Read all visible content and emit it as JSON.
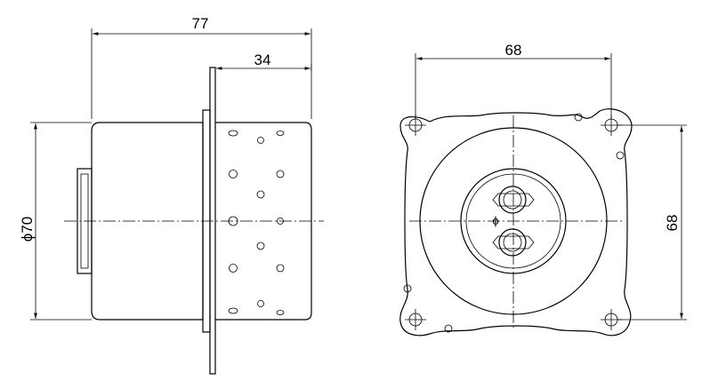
{
  "dimensions": {
    "overall_length": "77",
    "flange_to_end": "34",
    "body_diameter": "ϕ70",
    "hole_spacing_horizontal": "68",
    "hole_spacing_vertical": "68",
    "center_mark": "ϕ"
  }
}
